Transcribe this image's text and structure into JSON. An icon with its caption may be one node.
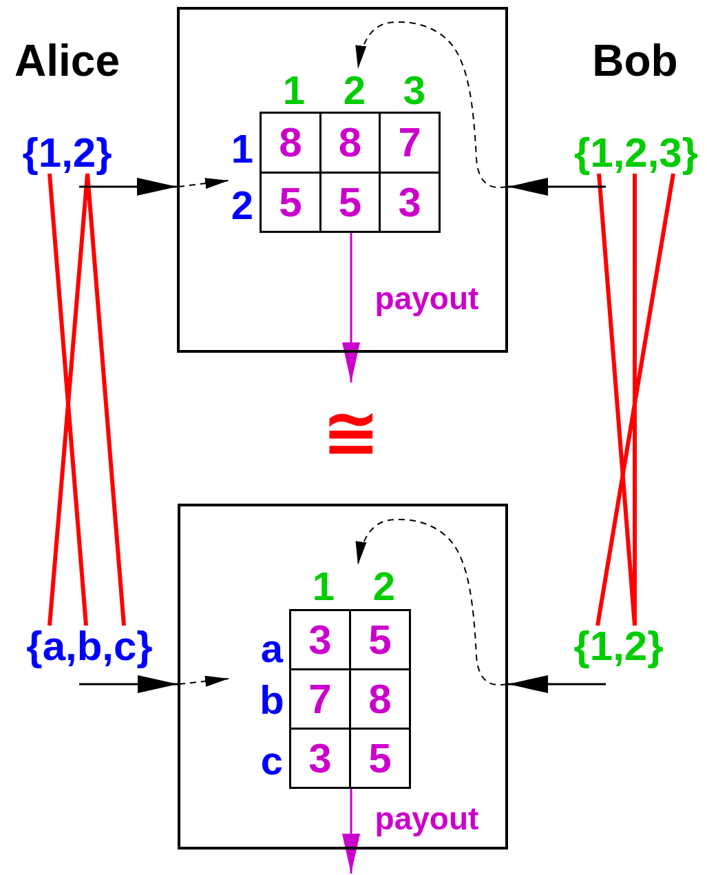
{
  "diagram": {
    "nodes": [
      {
        "text": [],
        "shape": "box"
      },
      {
        "text": [
          "8",
          "8",
          "7",
          "5",
          "5",
          "3"
        ],
        "in": 0
      },
      {
        "text": [
          "{1,2}"
        ]
      },
      {
        "text": [
          "{1,2,3}"
        ]
      },
      {
        "text": [],
        "shape": "box"
      },
      {
        "text": [
          "3",
          "5",
          "7",
          "8",
          "3",
          "5"
        ],
        "in": 4
      },
      {
        "text": [
          "{a,b,c}"
        ]
      },
      {
        "text": [
          "{1,2}"
        ]
      }
    ],
    "edges": [
      {
        "from": 2,
        "to": 6,
        "arrow": "none",
        "style": "thick",
        "color": "#ff0000"
      },
      {
        "from": 2,
        "to": 6,
        "arrow": "none",
        "style": "thick",
        "color": "#ff0000"
      },
      {
        "from": 2,
        "to": 6,
        "arrow": "none",
        "style": "thick",
        "color": "#ff0000"
      },
      {
        "from": 3,
        "to": 7,
        "arrow": "none",
        "style": "thick",
        "color": "#ff0000"
      },
      {
        "from": 3,
        "to": 7,
        "arrow": "none",
        "style": "thick",
        "color": "#ff0000"
      },
      {
        "from": 3,
        "to": 7,
        "arrow": "none",
        "style": "thick",
        "color": "#ff0000"
      },
      {
        "from": 2,
        "to": 0,
        "arrow": "to"
      },
      {
        "from": null,
        "to": 1,
        "arrow": "to",
        "style": "dashed"
      },
      {
        "from": 3,
        "to": 0,
        "arrow": "to"
      },
      {
        "from": null,
        "to": 1,
        "arrow": "to",
        "style": "dashed"
      },
      {
        "from": 1,
        "to": null,
        "arrow": "to",
        "color": "#cc00cc"
      },
      {
        "from": 6,
        "to": 4,
        "arrow": "to"
      },
      {
        "from": null,
        "to": 5,
        "arrow": "to",
        "style": "dashed"
      },
      {
        "from": 7,
        "to": 4,
        "arrow": "to"
      },
      {
        "from": null,
        "to": 5,
        "arrow": "to",
        "style": "dashed"
      },
      {
        "from": 5,
        "to": null,
        "arrow": "to",
        "color": "#cc00cc"
      }
    ],
    "labels": [
      "Alice",
      "Bob",
      "1",
      "2",
      "3",
      "1",
      "2",
      "payout",
      "≅",
      "1",
      "2",
      "a",
      "b",
      "c",
      "payout"
    ]
  }
}
